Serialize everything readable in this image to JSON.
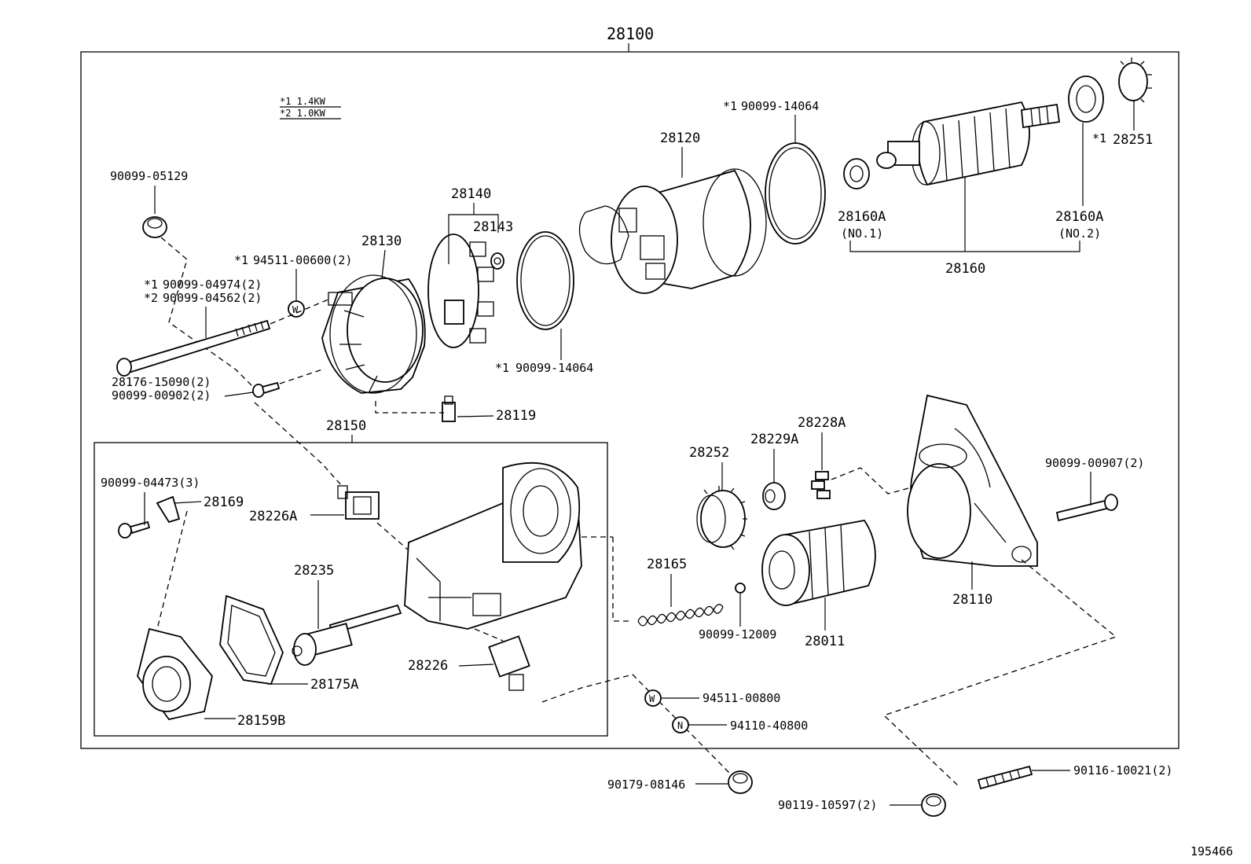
{
  "assembly_number": "28100",
  "legend": {
    "line1": "*1 1.4KW",
    "line2": "*2 1.0KW"
  },
  "figure_id": "195466",
  "parts": {
    "p90099_05129": "90099-05129",
    "p94511_00600": "94511-00600(2)",
    "p90099_04974": "90099-04974(2)",
    "p90099_04562": "90099-04562(2)",
    "p28130": "28130",
    "p28140": "28140",
    "p28143": "28143",
    "p28120": "28120",
    "p90099_14064_top": "90099-14064",
    "p90099_14064_mid": "90099-14064",
    "p28251": "28251",
    "p28160A_1": "28160A",
    "no1": "(NO.1)",
    "p28160A_2": "28160A",
    "no2": "(NO.2)",
    "p28160": "28160",
    "p28176_15090": "28176-15090(2)",
    "p90099_00902": "90099-00902(2)",
    "p28119": "28119",
    "p28150": "28150",
    "p28228A": "28228A",
    "p28229A": "28229A",
    "p28252": "28252",
    "p90099_00907": "90099-00907(2)",
    "p90099_04473": "90099-04473(3)",
    "p28169": "28169",
    "p28226A": "28226A",
    "p28235": "28235",
    "p28165": "28165",
    "p28110": "28110",
    "p90099_12009": "90099-12009",
    "p28011": "28011",
    "p28226": "28226",
    "p28175A": "28175A",
    "p28159B": "28159B",
    "p94511_00800": "94511-00800",
    "p94110_40800": "94110-40800",
    "p90179_08146": "90179-08146",
    "p90116_10021": "90116-10021(2)",
    "p90119_10597": "90119-10597(2)"
  },
  "marks": {
    "star1": "*1",
    "star2": "*2",
    "washer_w": "W",
    "nut_n": "N"
  }
}
